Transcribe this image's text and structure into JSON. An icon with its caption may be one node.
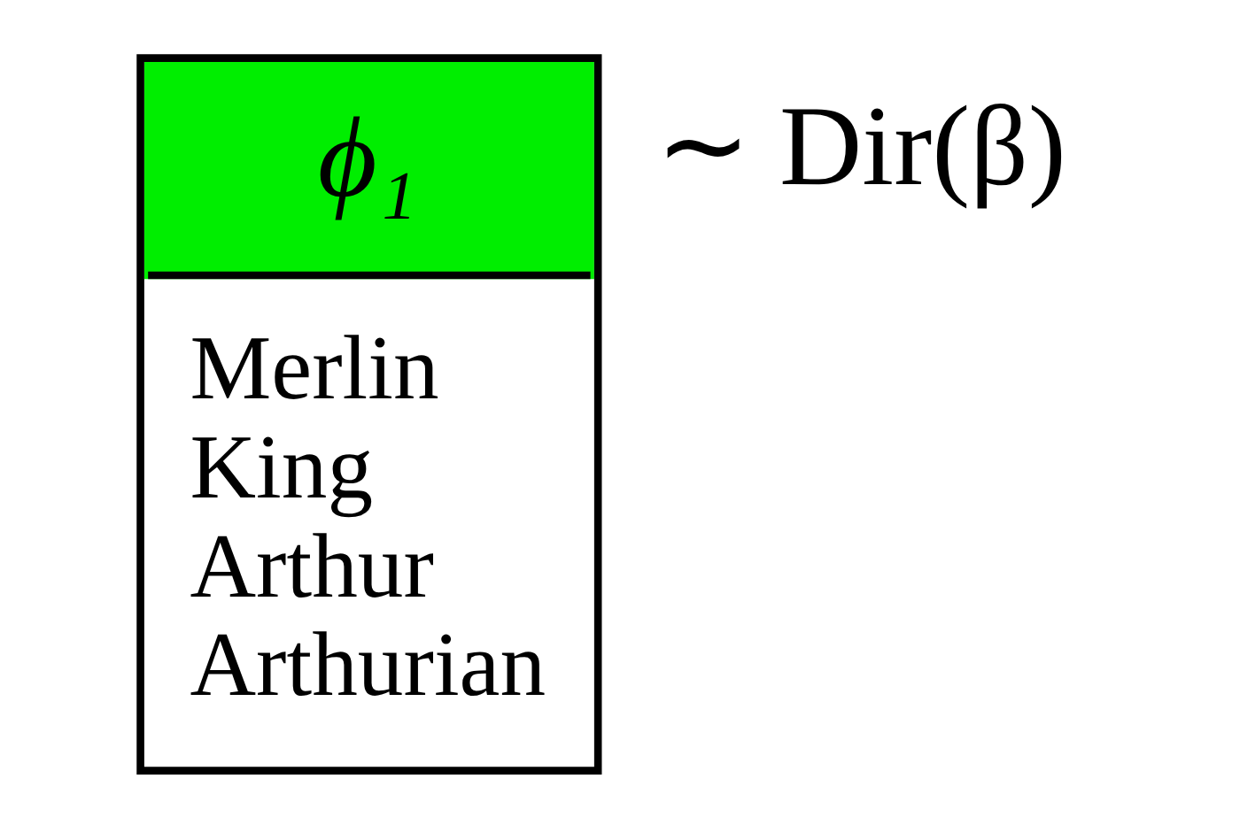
{
  "diagram": {
    "nodes": [
      {
        "text": [
          "ϕ₁",
          "Merlin",
          "King",
          "Arthur",
          "Arthurian"
        ],
        "beside": [
          "∼ Dir(β)"
        ]
      }
    ]
  }
}
